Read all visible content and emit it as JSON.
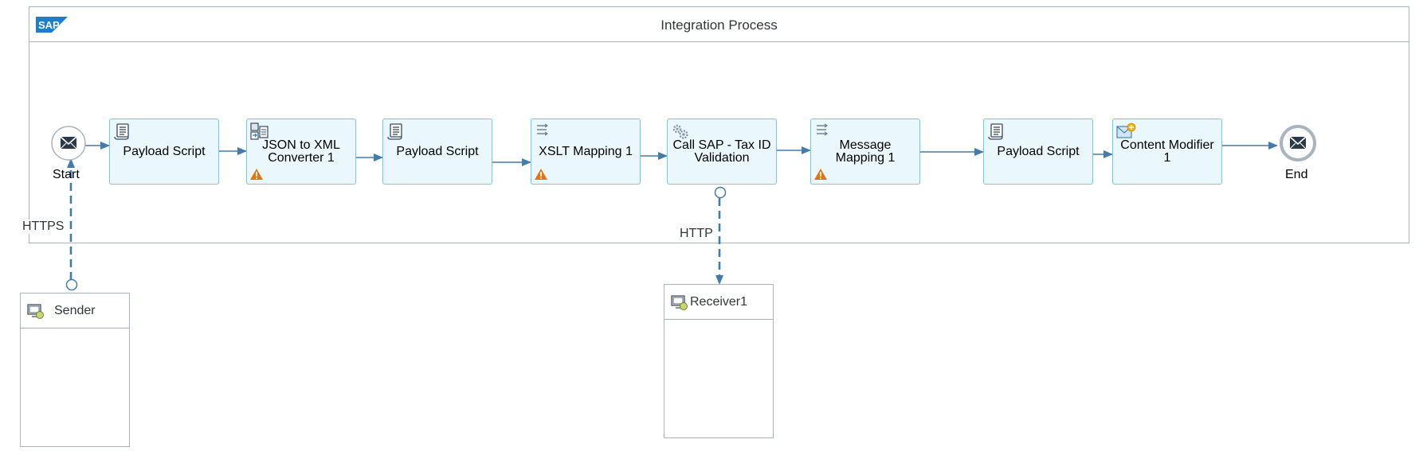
{
  "process": {
    "title": "Integration Process"
  },
  "events": {
    "start": "Start",
    "end": "End"
  },
  "steps": [
    {
      "label": "Payload Script",
      "icon": "script-icon",
      "warning": false
    },
    {
      "label": "JSON to XML Converter 1",
      "icon": "converter-icon",
      "warning": true
    },
    {
      "label": "Payload Script",
      "icon": "script-icon",
      "warning": false
    },
    {
      "label": "XSLT Mapping 1",
      "icon": "mapping-icon",
      "warning": true
    },
    {
      "label": "Call SAP - Tax ID Validation",
      "icon": "gear-icon",
      "warning": false
    },
    {
      "label": "Message Mapping 1",
      "icon": "mapping-icon",
      "warning": true
    },
    {
      "label": "Payload Script",
      "icon": "script-icon",
      "warning": false
    },
    {
      "label": "Content Modifier 1",
      "icon": "content-modifier-icon",
      "warning": false
    }
  ],
  "participants": {
    "sender": "Sender",
    "receiver": "Receiver1"
  },
  "channels": {
    "sender": "HTTPS",
    "receiver": "HTTP"
  },
  "colors": {
    "step_fill": "#eaf8fd",
    "step_border": "#6ccbf0",
    "flow_line": "#427cac",
    "warning": "#e9730c",
    "pool_border": "#a9b4be"
  }
}
